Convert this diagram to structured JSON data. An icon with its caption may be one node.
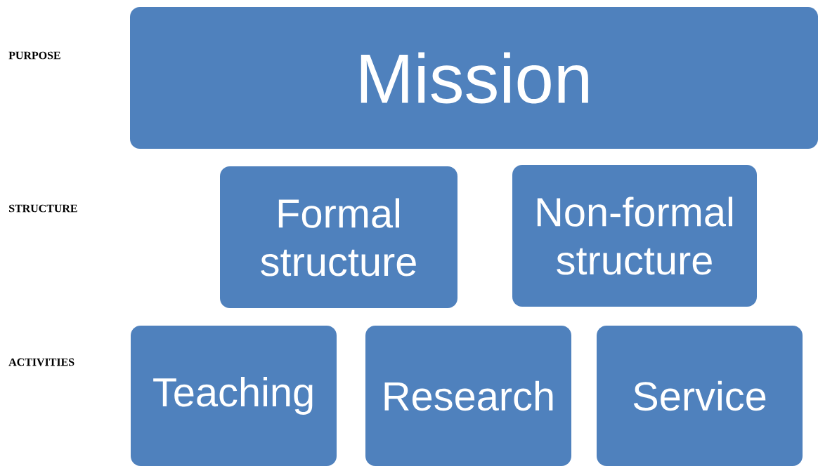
{
  "diagram": {
    "nodes": [
      {
        "text": [
          "Mission"
        ]
      },
      {
        "text": [
          "Formal structure"
        ]
      },
      {
        "text": [
          "Non-formal structure"
        ]
      },
      {
        "text": [
          "Teaching"
        ]
      },
      {
        "text": [
          "Research"
        ]
      },
      {
        "text": [
          "Service"
        ]
      }
    ],
    "labels": [
      "PURPOSE",
      "STRUCTURE",
      "ACTIVITIES"
    ]
  }
}
